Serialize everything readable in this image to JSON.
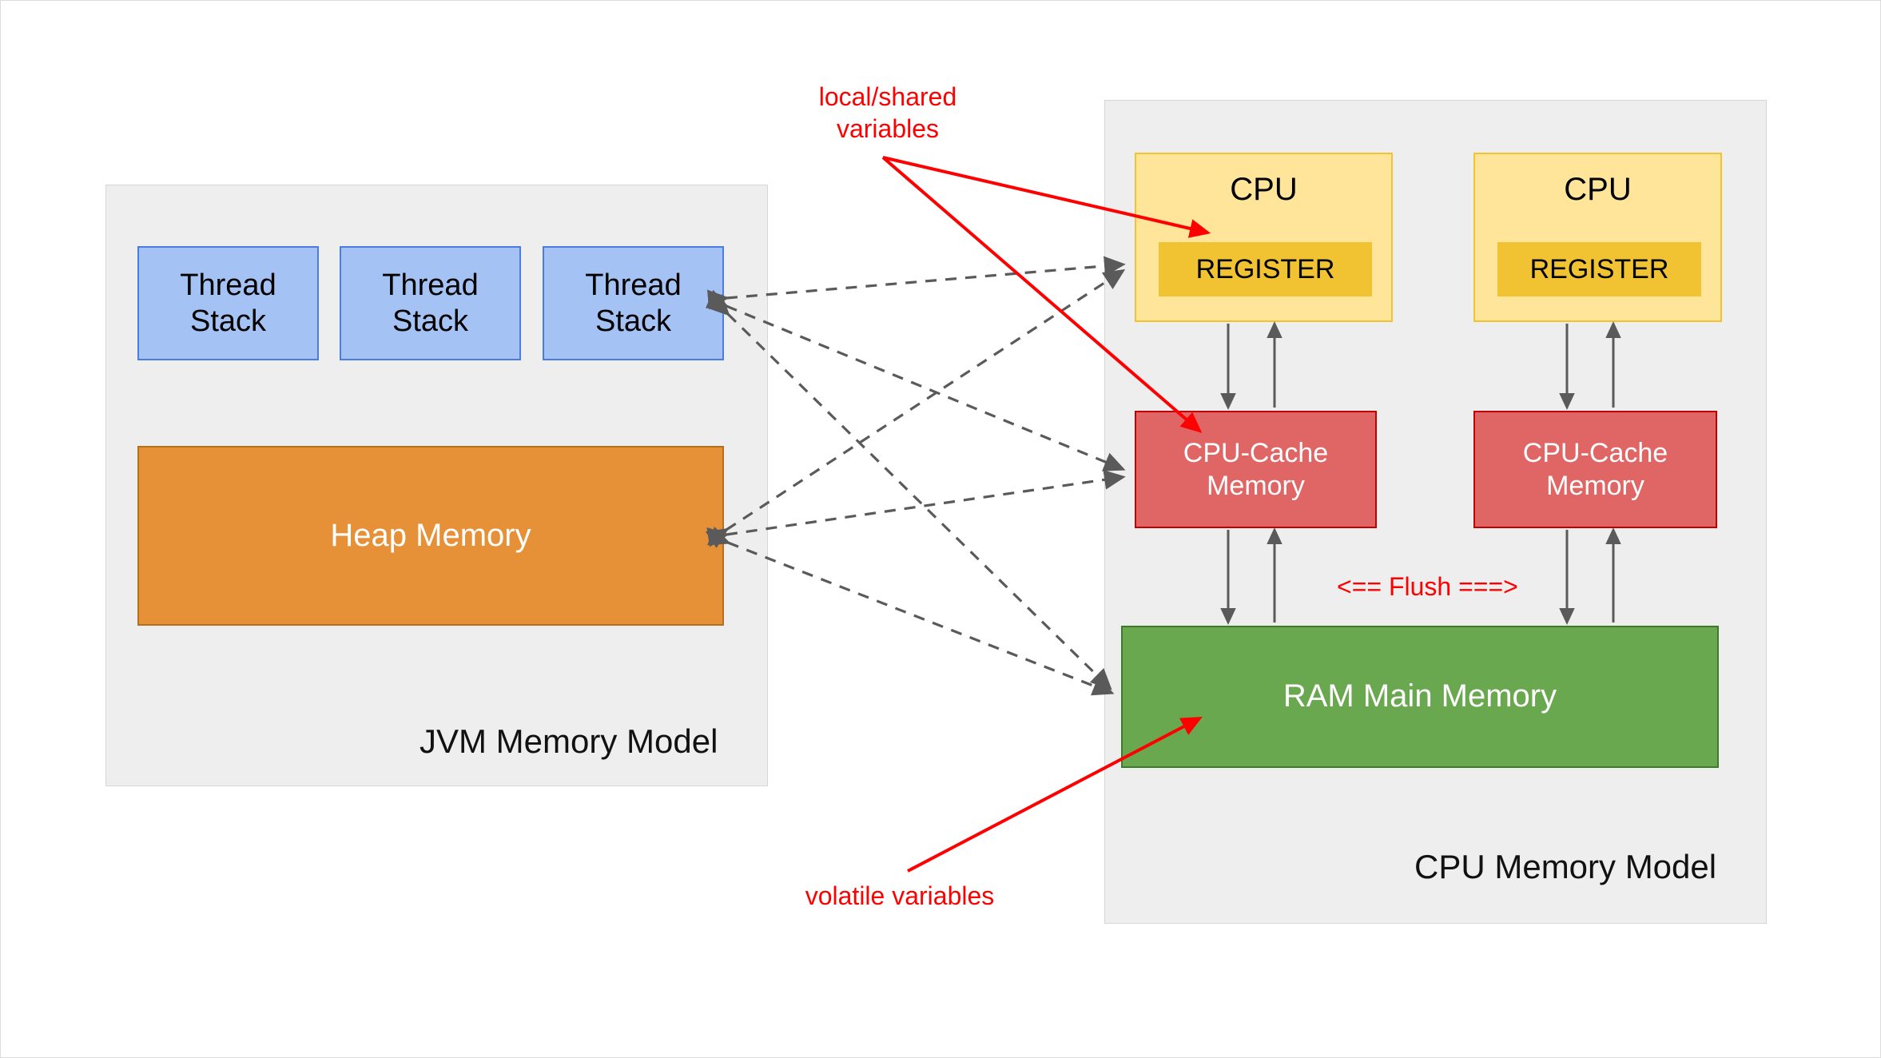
{
  "diagram": {
    "title": "JVM Memory Model and CPU Memory Model",
    "colors": {
      "group_bg": "#eeeeee",
      "thread_stack": "#a4c2f4",
      "thread_stack_border": "#4a7ddf",
      "heap": "#e69138",
      "heap_border": "#b3701f",
      "cpu": "#ffe599",
      "cpu_border": "#f1c232",
      "register": "#f1c232",
      "cache": "#e06666",
      "cache_border": "#c00000",
      "ram": "#6aa84f",
      "ram_border": "#3d7a2a",
      "annotation_red": "#ff0000",
      "dashed_arrow": "#5a5a5a",
      "solid_arrow": "#5a5a5a"
    }
  },
  "jvm": {
    "label": "JVM Memory Model",
    "thread_stacks": [
      {
        "label": "Thread\nStack"
      },
      {
        "label": "Thread\nStack"
      },
      {
        "label": "Thread\nStack"
      }
    ],
    "heap": {
      "label": "Heap Memory"
    }
  },
  "cpu_model": {
    "label": "CPU Memory Model",
    "cpus": [
      {
        "title": "CPU",
        "register": "REGISTER",
        "cache": "CPU-Cache\nMemory"
      },
      {
        "title": "CPU",
        "register": "REGISTER",
        "cache": "CPU-Cache\nMemory"
      }
    ],
    "ram": {
      "label": "RAM Main Memory"
    },
    "flush_label": "<== Flush ===>"
  },
  "annotations": {
    "local_shared": "local/shared\nvariables",
    "volatile": "volatile variables"
  }
}
